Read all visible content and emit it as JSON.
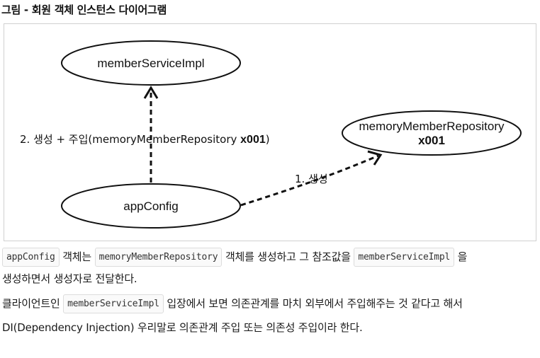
{
  "caption": "그림 - 회원 객체 인스턴스 다이어그램",
  "diagram": {
    "nodes": {
      "service_impl": "memberServiceImpl",
      "repository_name": "memoryMemberRepository",
      "repository_id": "x001",
      "app_config": "appConfig"
    },
    "edges": {
      "create_label": "1. 생성",
      "inject_label_prefix": "2. 생성 + 주입(memoryMemberRepository ",
      "inject_label_id": "x001",
      "inject_label_suffix": ")"
    }
  },
  "text": {
    "line1": {
      "code_app_config": "appConfig",
      "t1": " 객체는 ",
      "code_repository": "memoryMemberRepository",
      "t2": " 객체를 생성하고 그 참조값을 ",
      "code_service_impl": "memberServiceImpl",
      "t3": " 을"
    },
    "line2": "생성하면서 생성자로 전달한다.",
    "line3": {
      "t1": "클라이언트인 ",
      "code_service_impl": "memberServiceImpl",
      "t2": " 입장에서 보면 의존관계를 마치 외부에서 주입해주는 것 같다고 해서"
    },
    "line4": "DI(Dependency Injection) 우리말로 의존관계 주입 또는 의존성 주입이라 한다."
  }
}
